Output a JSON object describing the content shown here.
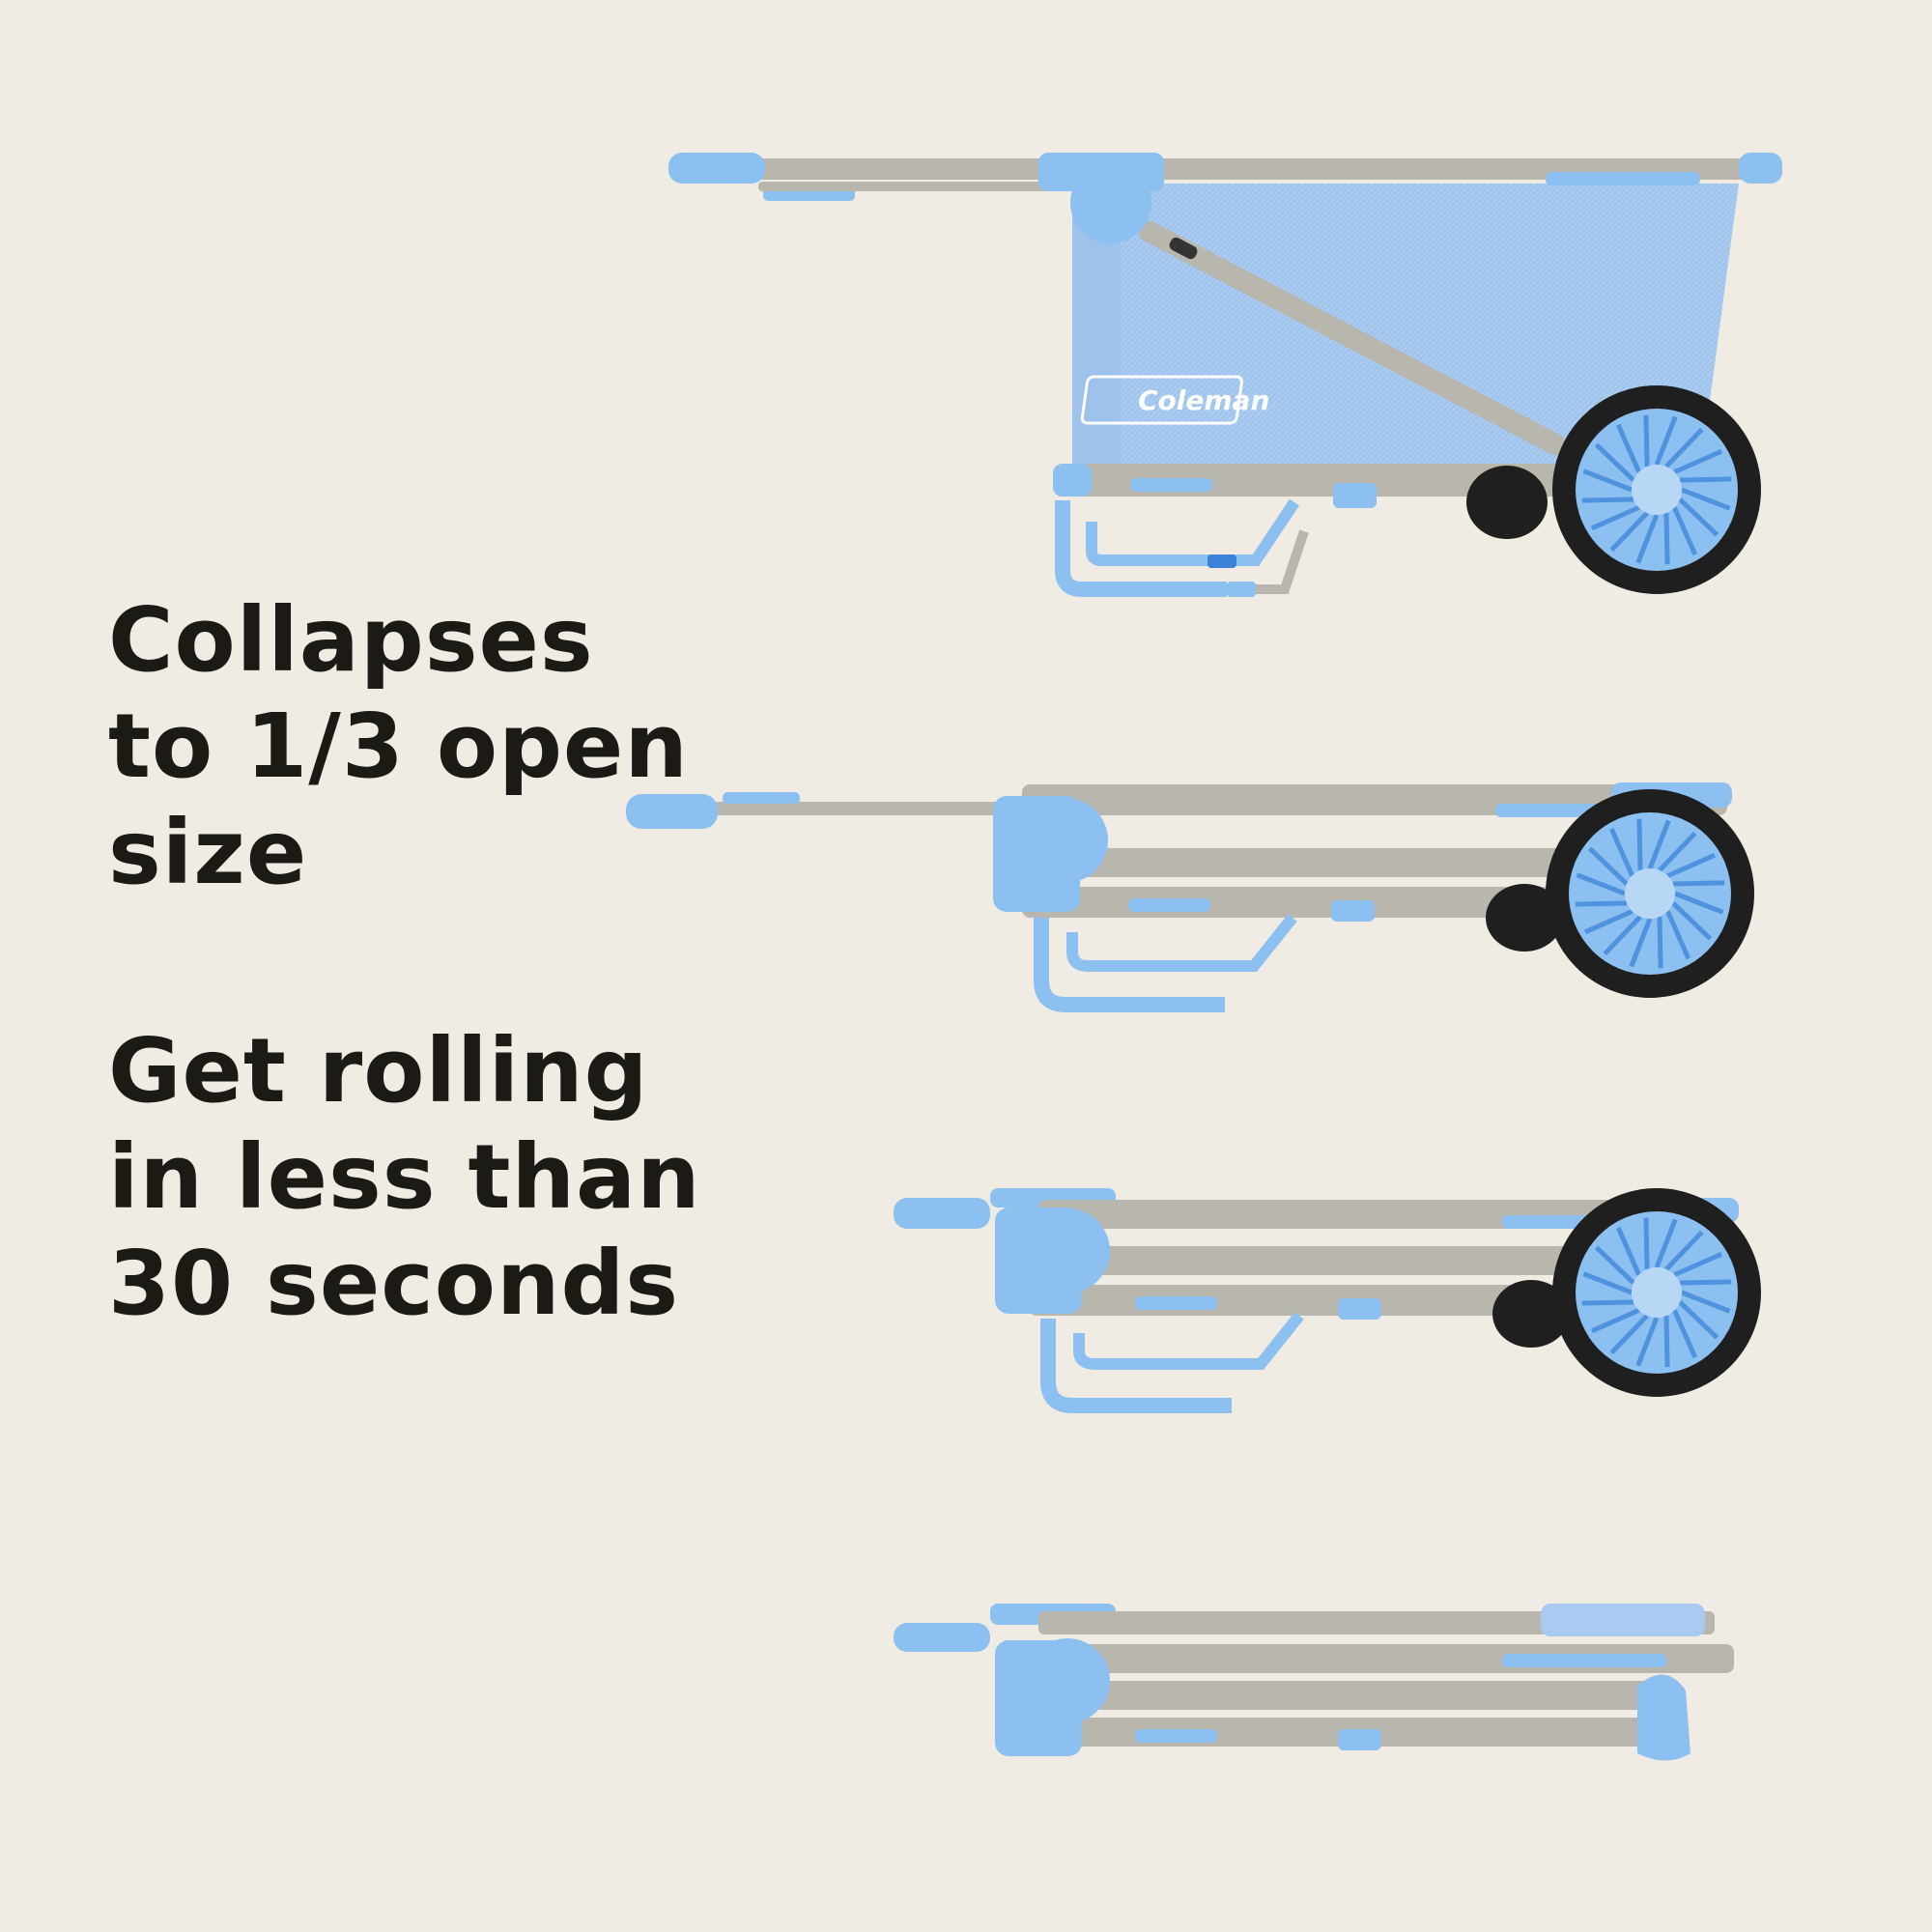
{
  "copy": {
    "collapse_lines": [
      "Collapses",
      "to 1/3 open",
      "size"
    ],
    "rolling_lines": [
      "Get rolling",
      "in less than",
      "30 seconds"
    ]
  },
  "brand": {
    "logo_text": "Coleman"
  },
  "colors": {
    "background": "#f0ece3",
    "text": "#1b1a17",
    "fabric_blue": "#a9cbf1",
    "accent_blue": "#78b4ec",
    "frame_gray": "#b9b6ae",
    "tire_black": "#1f1f1f"
  },
  "stages": [
    {
      "name": "fully-open-wagon"
    },
    {
      "name": "collapsed-wagon-with-handle"
    },
    {
      "name": "collapsed-wagon-handle-folded"
    },
    {
      "name": "folded-flat-wagon"
    }
  ]
}
